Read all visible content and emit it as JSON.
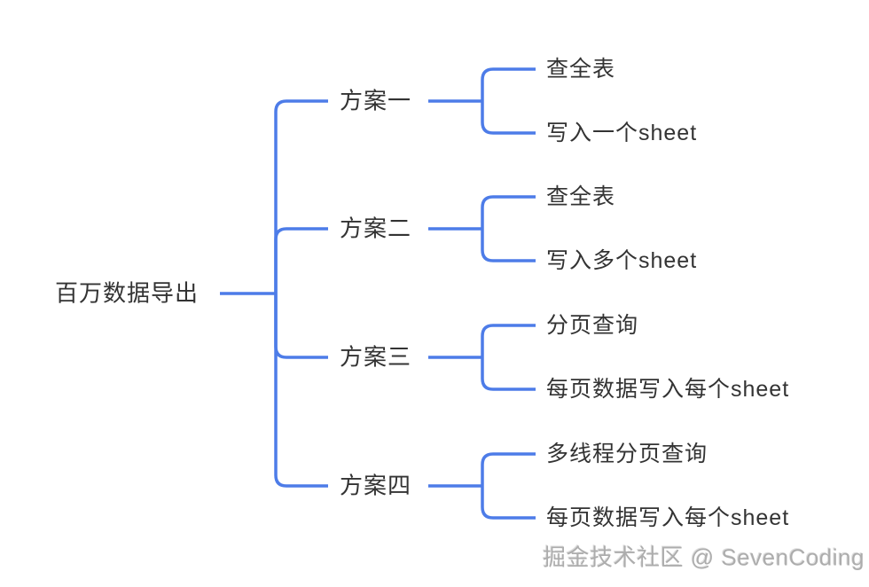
{
  "colors": {
    "line": "#4D7CE8",
    "text": "#333333",
    "watermark": "#ADADAD",
    "background": "#FFFFFF"
  },
  "mindmap": {
    "root": "百万数据导出",
    "branches": [
      {
        "label": "方案一",
        "children": [
          "查全表",
          "写入一个sheet"
        ]
      },
      {
        "label": "方案二",
        "children": [
          "查全表",
          "写入多个sheet"
        ]
      },
      {
        "label": "方案三",
        "children": [
          "分页查询",
          "每页数据写入每个sheet"
        ]
      },
      {
        "label": "方案四",
        "children": [
          "多线程分页查询",
          "每页数据写入每个sheet"
        ]
      }
    ]
  },
  "watermark": {
    "text": "掘金技术社区 @ SevenCoding"
  }
}
